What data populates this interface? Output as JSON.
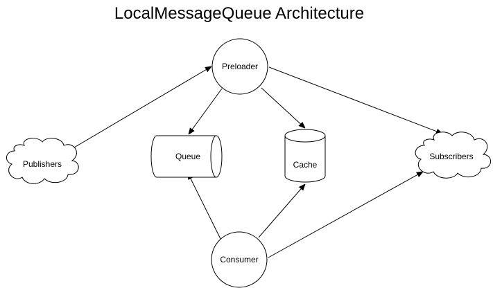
{
  "diagram": {
    "title": "LocalMessageQueue Architecture",
    "nodes": {
      "publishers": {
        "label": "Publishers",
        "shape": "cloud"
      },
      "preloader": {
        "label": "Preloader",
        "shape": "circle"
      },
      "queue": {
        "label": "Queue",
        "shape": "horizontal-cylinder"
      },
      "cache": {
        "label": "Cache",
        "shape": "cylinder"
      },
      "subscribers": {
        "label": "Subscribers",
        "shape": "cloud"
      },
      "consumer": {
        "label": "Consumer",
        "shape": "circle"
      }
    },
    "edges": [
      {
        "from": "publishers",
        "to": "preloader"
      },
      {
        "from": "preloader",
        "to": "queue"
      },
      {
        "from": "preloader",
        "to": "cache"
      },
      {
        "from": "preloader",
        "to": "subscribers"
      },
      {
        "from": "consumer",
        "to": "queue"
      },
      {
        "from": "consumer",
        "to": "cache"
      },
      {
        "from": "consumer",
        "to": "subscribers"
      }
    ],
    "colors": {
      "stroke": "#000000",
      "fill": "#ffffff",
      "text": "#000000"
    }
  }
}
